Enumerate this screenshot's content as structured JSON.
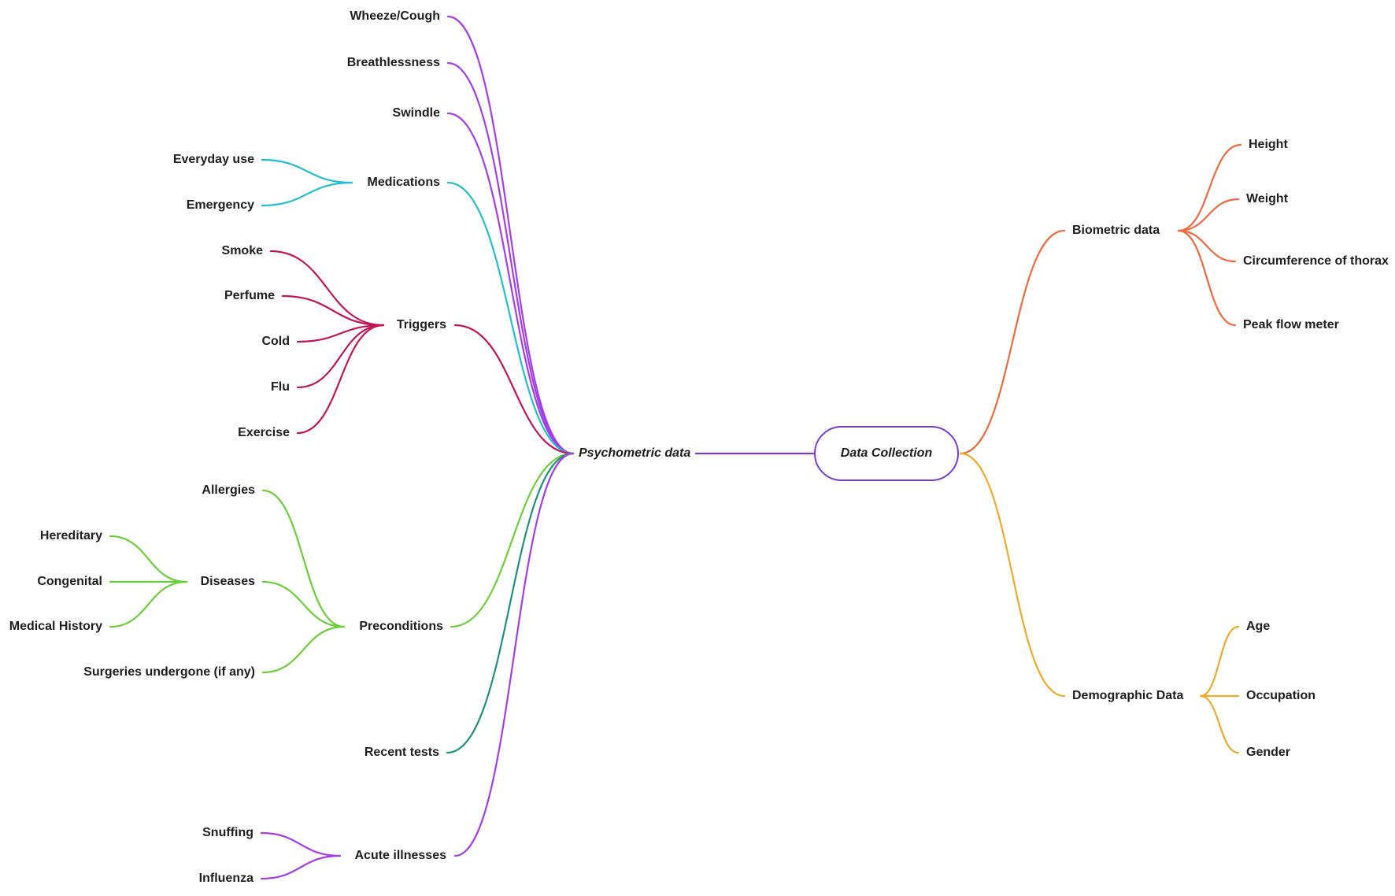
{
  "colors": {
    "root": "#7a3ad6",
    "psychometric": "#a33ee8",
    "medications": "#22bfcc",
    "triggers": "#c0155a",
    "preconditions": "#6bcf3a",
    "recent_tests": "#1f8f82",
    "biometric": "#ee6a3e",
    "demographic": "#eeaa2a"
  },
  "root": {
    "label": "Data Collection"
  },
  "psychometric": {
    "label": "Psychometric data",
    "wheeze": "Wheeze/Cough",
    "breathlessness": "Breathlessness",
    "swindle": "Swindle",
    "medications": {
      "label": "Medications",
      "children": [
        "Everyday use",
        "Emergency"
      ]
    },
    "triggers": {
      "label": "Triggers",
      "children": [
        "Smoke",
        "Perfume",
        "Cold",
        "Flu",
        "Exercise"
      ]
    },
    "preconditions": {
      "label": "Preconditions",
      "allergies": "Allergies",
      "diseases": {
        "label": "Diseases",
        "children": [
          "Hereditary",
          "Congenital",
          "Medical History"
        ]
      },
      "surgeries": "Surgeries undergone (if any)"
    },
    "recent_tests": "Recent tests",
    "acute": {
      "label": "Acute illnesses",
      "children": [
        "Snuffing",
        "Influenza"
      ]
    }
  },
  "biometric": {
    "label": "Biometric data",
    "children": [
      "Height",
      "Weight",
      "Circumference of thorax",
      "Peak flow meter"
    ]
  },
  "demographic": {
    "label": "Demographic Data",
    "children": [
      "Age",
      "Occupation",
      "Gender"
    ]
  }
}
